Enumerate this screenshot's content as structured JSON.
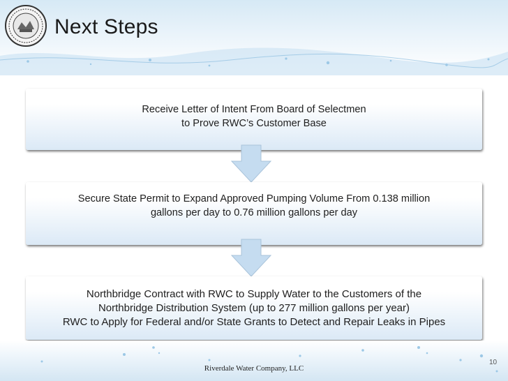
{
  "slide": {
    "title": "Next Steps",
    "steps": [
      {
        "lines": [
          "Receive Letter of Intent From Board of Selectmen",
          "to Prove RWC’s Customer Base"
        ]
      },
      {
        "lines": [
          "Secure State Permit to Expand Approved Pumping Volume From 0.138 million",
          "gallons per day to 0.76 million gallons per day"
        ]
      },
      {
        "lines": [
          "Northbridge Contract with RWC to Supply Water to the Customers of the",
          "Northbridge  Distribution System (up to 277 million gallons per year)",
          "RWC to Apply for Federal and/or State Grants to Detect and Repair Leaks in Pipes"
        ]
      }
    ],
    "footer_company": "Riverdale Water Company, LLC",
    "page_number": "10"
  },
  "colors": {
    "box_gradient_bottom": "#dbe9f6",
    "arrow_fill": "#c5dcf0",
    "water_blue": "#9cc8e6"
  },
  "icons": {
    "seal": "town-seal-icon",
    "arrow": "down-arrow-icon"
  }
}
